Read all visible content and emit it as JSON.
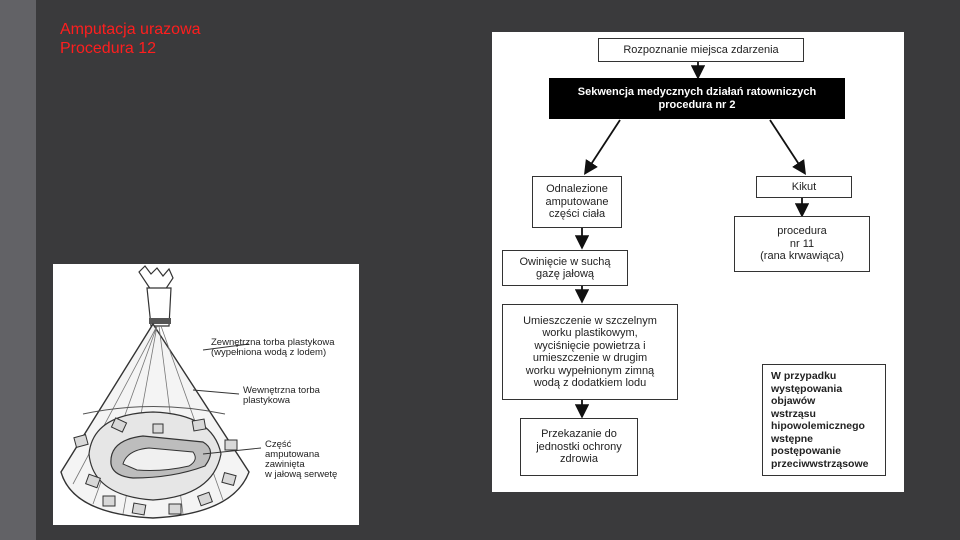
{
  "slide": {
    "title_line1": "Amputacja urazowa",
    "title_line2": "Procedura 12"
  },
  "illustration": {
    "label_outer_bag_line1": "Zewnętrzna torba plastykowa",
    "label_outer_bag_line2": "(wypełniona wodą z lodem)",
    "label_inner_bag_line1": "Wewnętrzna torba",
    "label_inner_bag_line2": "plastykowa",
    "label_part_line1": "Część",
    "label_part_line2": "amputowana",
    "label_part_line3": "zawinięta",
    "label_part_line4": "w jałową serwetę"
  },
  "flowchart": {
    "scene_recognition": "Rozpoznanie miejsca zdarzenia",
    "sequence_line1": "Sekwencja medycznych działań ratowniczych",
    "sequence_line2": "procedura nr 2",
    "found_parts_line1": "Odnalezione",
    "found_parts_line2": "amputowane",
    "found_parts_line3": "części ciała",
    "stump": "Kikut",
    "procedure11_line1": "procedura",
    "procedure11_line2": "nr 11",
    "procedure11_line3": "(rana krwawiąca)",
    "wrap_line1": "Owinięcie w suchą",
    "wrap_line2": "gazę jałową",
    "place_line1": "Umieszczenie w szczelnym",
    "place_line2": "worku plastikowym,",
    "place_line3": "wyciśnięcie powietrza i",
    "place_line4": "umieszczenie w drugim",
    "place_line5": "worku wypełnionym zimną",
    "place_line6": "wodą z dodatkiem lodu",
    "handover_line1": "Przekazanie do",
    "handover_line2": "jednostki ochrony",
    "handover_line3": "zdrowia",
    "shock_line1": "W przypadku",
    "shock_line2": "występowania",
    "shock_line3": "objawów",
    "shock_line4": "wstrząsu",
    "shock_line5": "hipowolemicznego",
    "shock_line6": "wstępne",
    "shock_line7": "postępowanie",
    "shock_line8": "przeciwwstrząsowe"
  }
}
